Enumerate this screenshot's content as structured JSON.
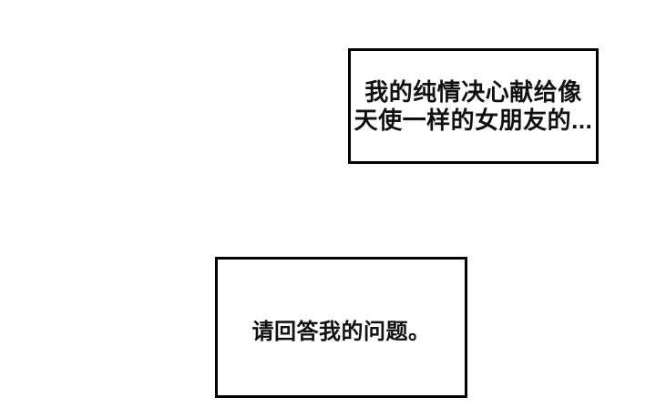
{
  "page": {
    "background": "#ffffff",
    "box_background": "#ffffff",
    "border_color": "#000000",
    "text_color": "#111111"
  },
  "bubbles": [
    {
      "position": "top-right",
      "lines": [
        "我的纯情决心献给像",
        "天使一样的女朋友的..."
      ]
    },
    {
      "position": "bottom-center",
      "lines": [
        "请回答我的问题。"
      ]
    }
  ]
}
